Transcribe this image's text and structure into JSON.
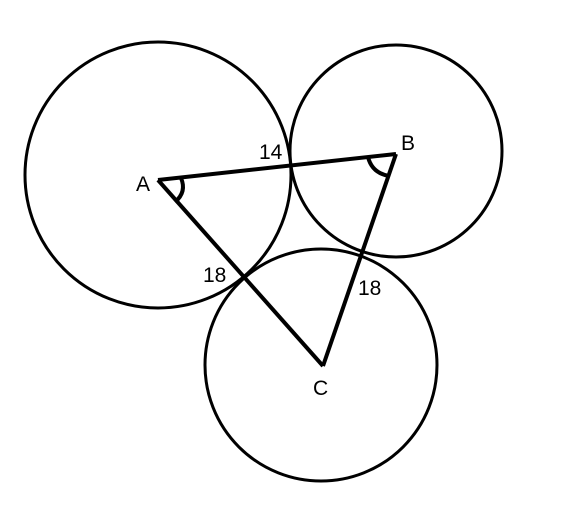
{
  "diagram": {
    "points": {
      "A": "A",
      "B": "B",
      "C": "C"
    },
    "measures": {
      "ab": "14",
      "ac": "18",
      "bc": "18"
    },
    "stroke_color": "#000000",
    "background_color": "#ffffff"
  }
}
